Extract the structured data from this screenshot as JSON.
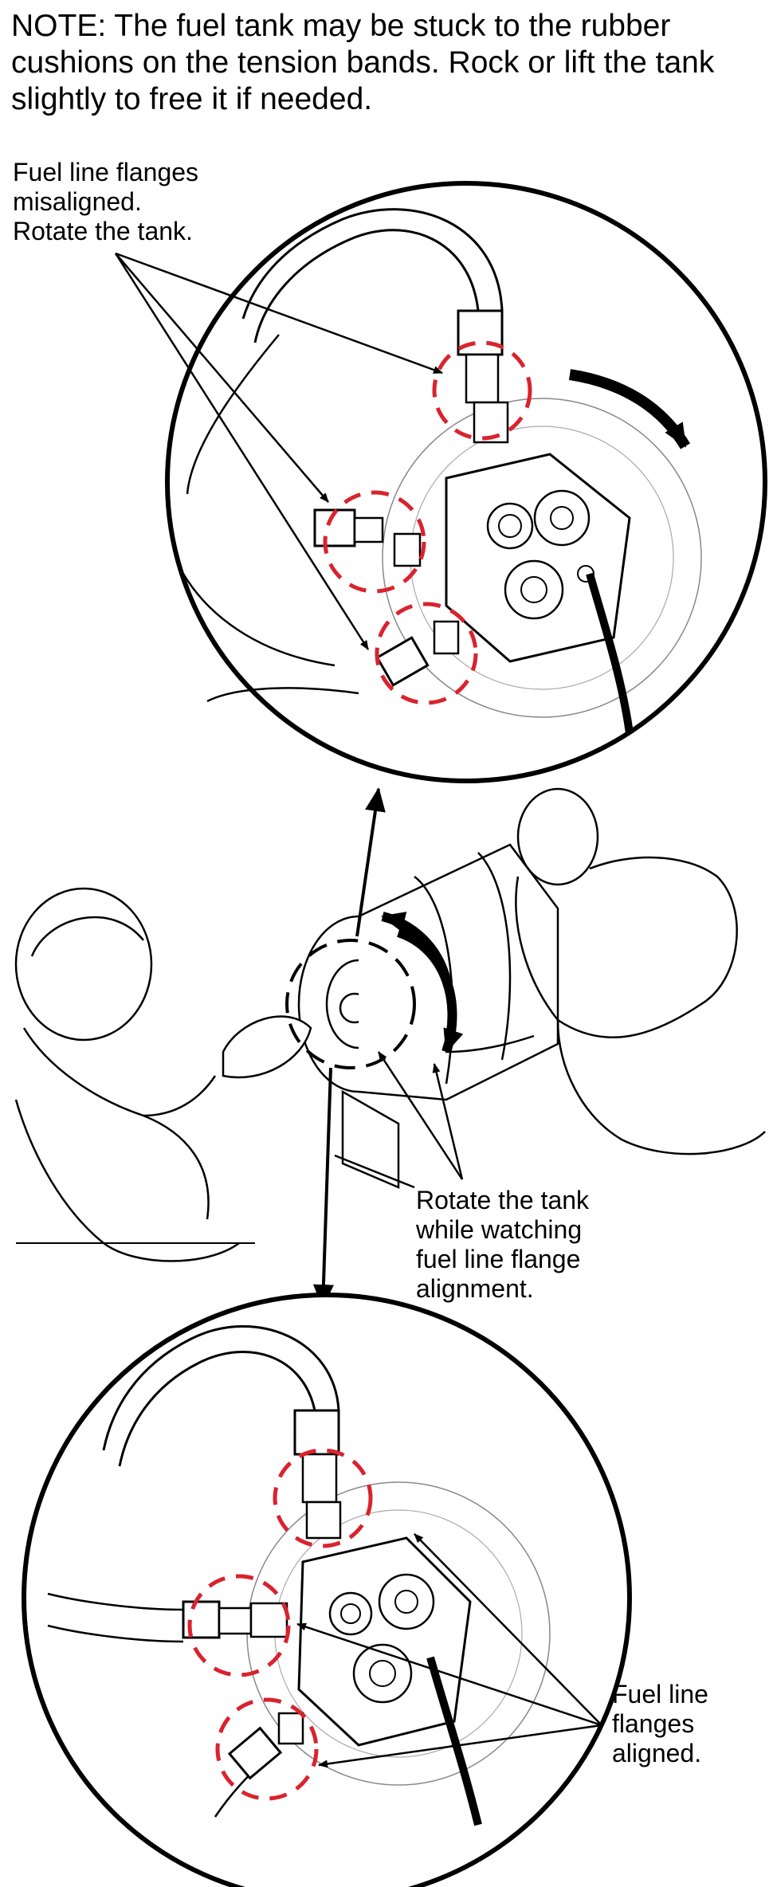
{
  "note": "NOTE: The fuel tank may be stuck to the rubber cushions on the tension bands. Rock or lift the tank slightly to free it if needed.",
  "callouts": {
    "misaligned": [
      "Fuel line flanges",
      "misaligned.",
      "Rotate the tank."
    ],
    "rotate": [
      "Rotate the tank",
      "while watching",
      "fuel line flange",
      "alignment."
    ],
    "aligned": [
      "Fuel line",
      "flanges",
      "aligned."
    ]
  },
  "colors": {
    "line": "#000000",
    "highlight": "#d9232e",
    "background": "#ffffff"
  }
}
